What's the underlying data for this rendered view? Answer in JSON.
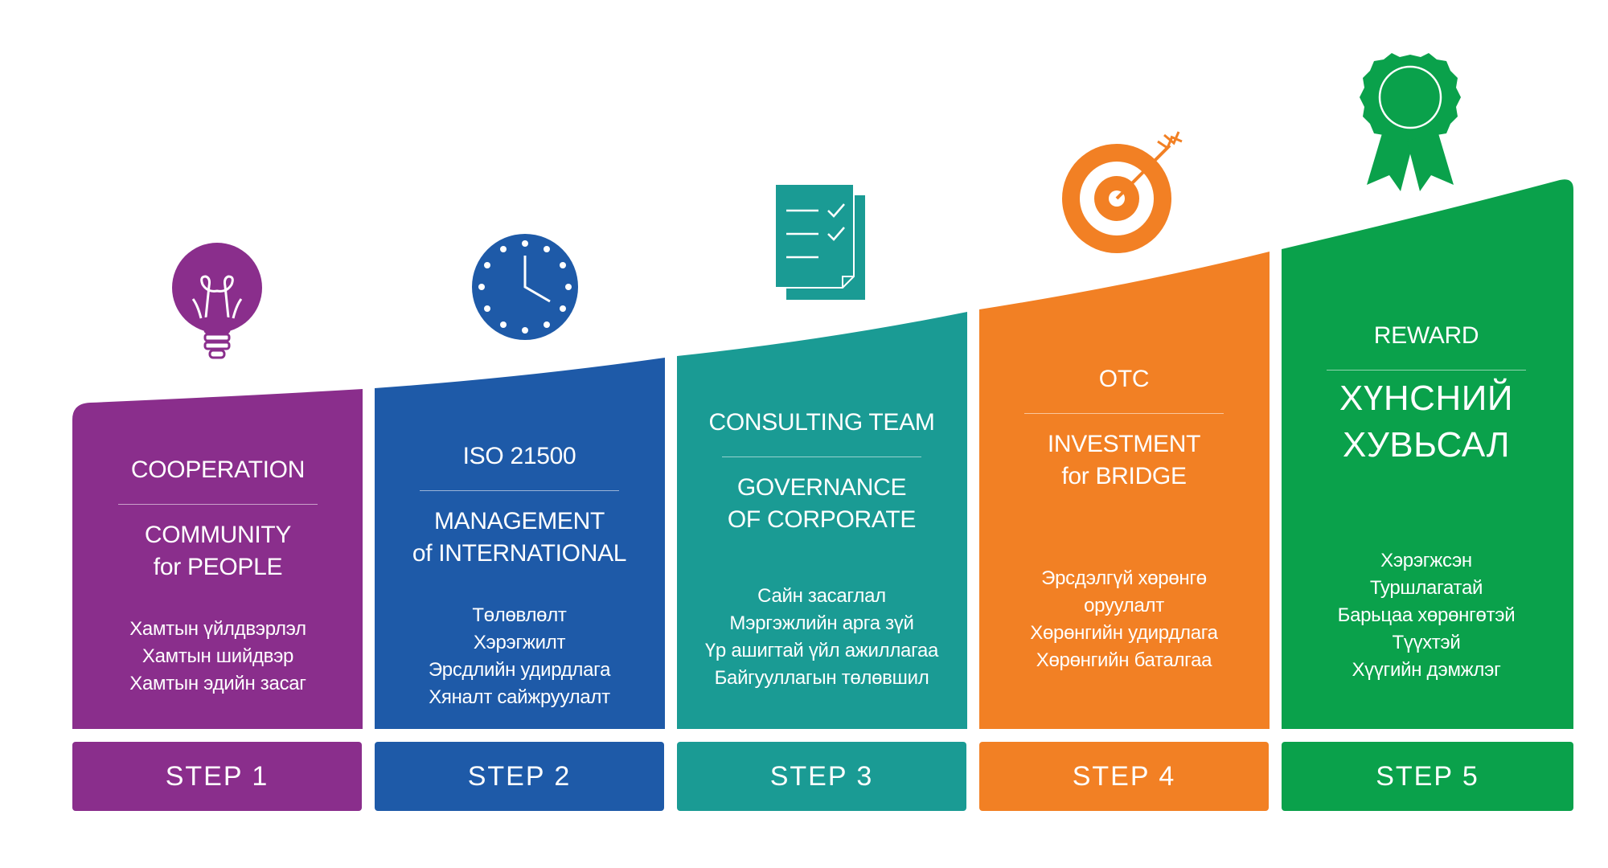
{
  "colors": {
    "purple": "#8a2e8c",
    "blue": "#1e5aa8",
    "teal": "#1a9b94",
    "orange": "#f28024",
    "green": "#0aa14b"
  },
  "steps": [
    {
      "heading": "COOPERATION",
      "subtitle": [
        "COMMUNITY",
        "for PEOPLE"
      ],
      "tags": [
        "Хамтын үйлдвэрлэл",
        "Хамтын шийдвэр",
        "Хамтын эдийн засаг"
      ],
      "step_label": "STEP 1",
      "icon": "lightbulb-icon",
      "color": "#8a2e8c"
    },
    {
      "heading": "ISO 21500",
      "subtitle": [
        "MANAGEMENT",
        "of INTERNATIONAL"
      ],
      "tags": [
        "Төлөвлөлт",
        "Хэрэгжилт",
        "Эрсдлийн удирдлага",
        "Хяналт сайжруулалт"
      ],
      "step_label": "STEP 2",
      "icon": "clock-icon",
      "color": "#1e5aa8"
    },
    {
      "heading": "CONSULTING TEAM",
      "subtitle": [
        "GOVERNANCE",
        "OF CORPORATE"
      ],
      "tags": [
        "Сайн засаглал",
        "Мэргэжлийн арга зүй",
        "Үр ашигтай үйл ажиллагаа",
        "Байгууллагын төлөвшил"
      ],
      "step_label": "STEP 3",
      "icon": "checklist-document-icon",
      "color": "#1a9b94"
    },
    {
      "heading": "OTC",
      "subtitle": [
        "INVESTMENT",
        "for BRIDGE"
      ],
      "tags": [
        "Эрсдэлгүй хөрөнгө",
        "оруулалт",
        "Хөрөнгийн удирдлага",
        "Хөрөнгийн баталгаа"
      ],
      "step_label": "STEP 4",
      "icon": "target-arrow-icon",
      "color": "#f28024"
    },
    {
      "heading": "REWARD",
      "subtitle": [
        "ХҮНСНИЙ",
        "ХУВЬСАЛ"
      ],
      "tags": [
        "Хэрэгжсэн",
        "Туршлагатай",
        "Барьцаа хөрөнгөтэй",
        "Түүхтэй",
        "Хүүгийн дэмжлэг"
      ],
      "step_label": "STEP 5",
      "icon": "award-ribbon-icon",
      "color": "#0aa14b"
    }
  ]
}
